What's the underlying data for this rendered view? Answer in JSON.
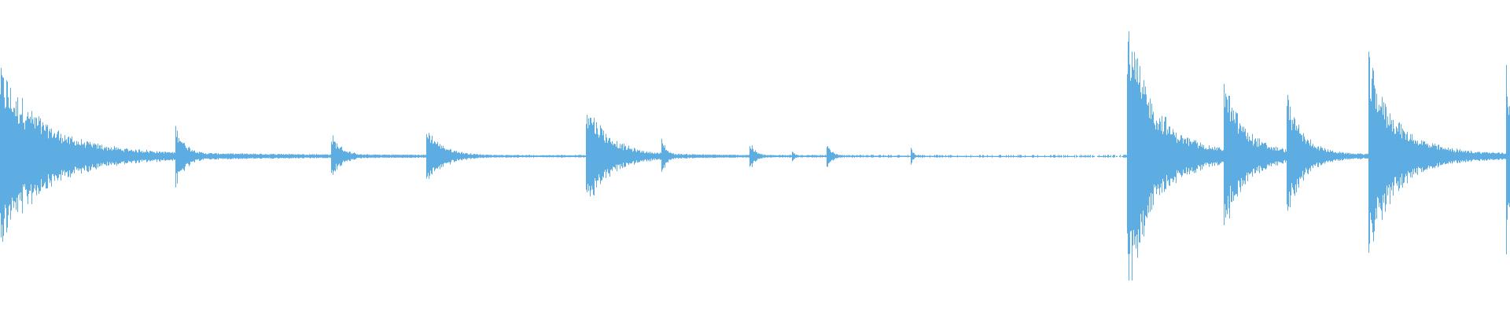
{
  "waveform": {
    "color": "#5dade2",
    "background": "#ffffff",
    "duration_fraction_events": [
      {
        "t": 0.0,
        "amp": 0.27,
        "decay": 0.08
      },
      {
        "t": 0.004,
        "amp": 0.22,
        "decay": 0.06
      },
      {
        "t": 0.116,
        "amp": 0.1,
        "decay": 0.02
      },
      {
        "t": 0.219,
        "amp": 0.07,
        "decay": 0.02
      },
      {
        "t": 0.282,
        "amp": 0.09,
        "decay": 0.03
      },
      {
        "t": 0.388,
        "amp": 0.17,
        "decay": 0.04
      },
      {
        "t": 0.438,
        "amp": 0.06,
        "decay": 0.01
      },
      {
        "t": 0.496,
        "amp": 0.05,
        "decay": 0.01
      },
      {
        "t": 0.524,
        "amp": 0.03,
        "decay": 0.005
      },
      {
        "t": 0.547,
        "amp": 0.04,
        "decay": 0.01
      },
      {
        "t": 0.603,
        "amp": 0.03,
        "decay": 0.005
      },
      {
        "t": 0.746,
        "amp": 0.42,
        "decay": 0.05
      },
      {
        "t": 0.81,
        "amp": 0.23,
        "decay": 0.04
      },
      {
        "t": 0.852,
        "amp": 0.19,
        "decay": 0.03
      },
      {
        "t": 0.906,
        "amp": 0.3,
        "decay": 0.05
      },
      {
        "t": 0.997,
        "amp": 0.34,
        "decay": 0.01
      }
    ],
    "noise_floor": 0.004
  }
}
